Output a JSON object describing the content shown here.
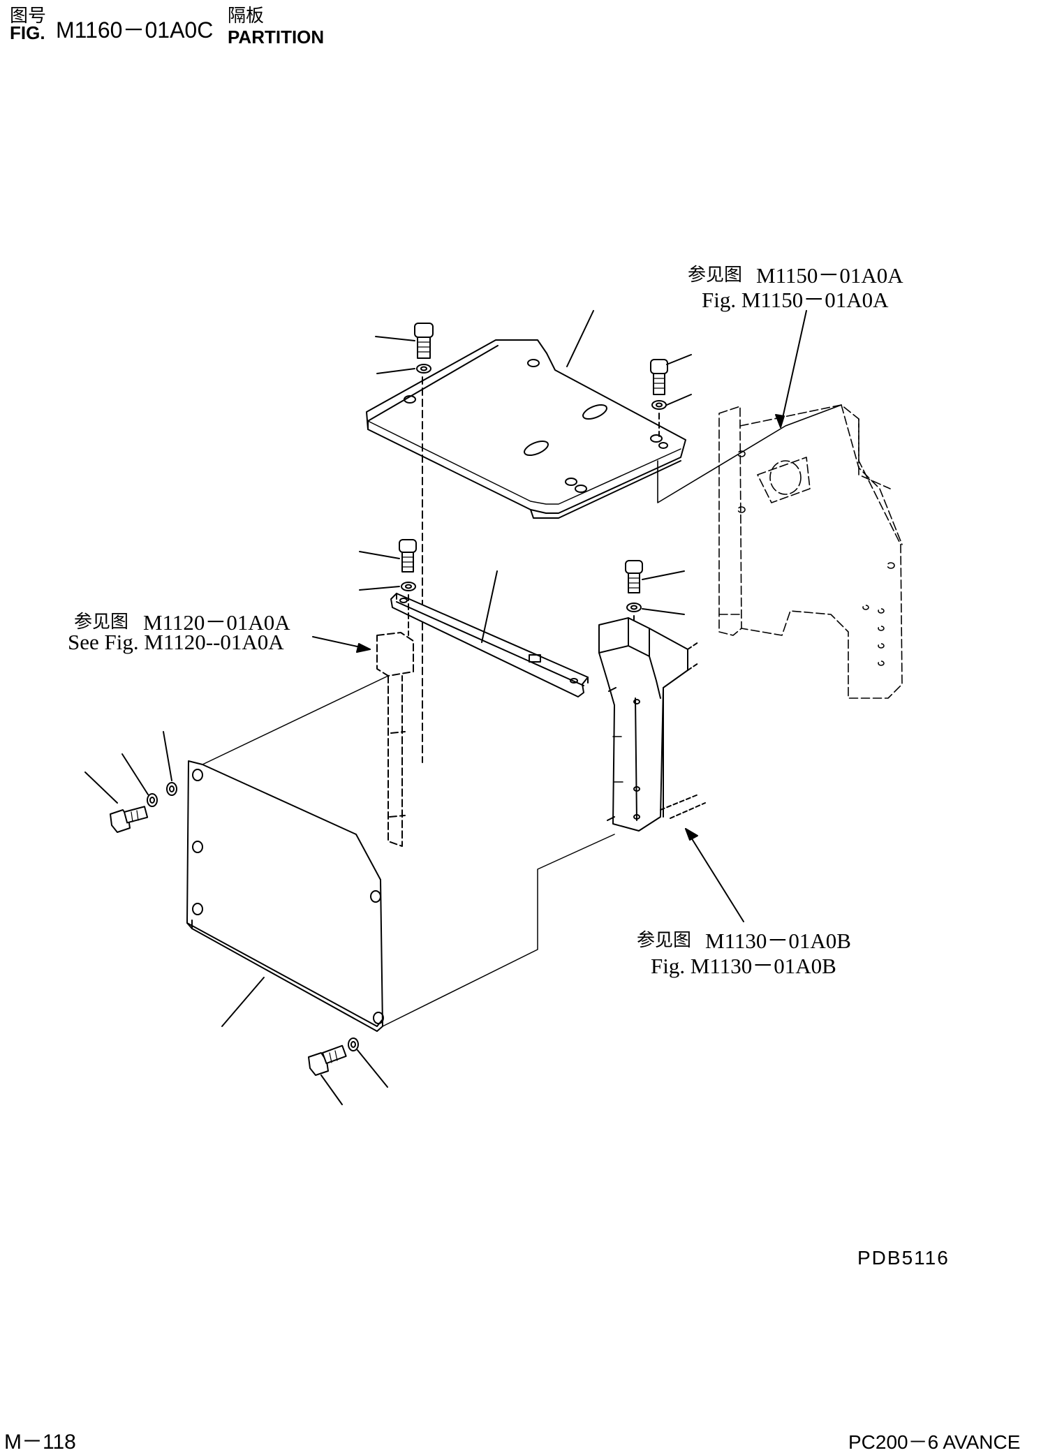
{
  "header": {
    "fig_label_cn": "图号",
    "fig_label_en": "FIG.",
    "fig_number": "M1160－01A0C",
    "title_cn": "隔板",
    "title_en": "PARTITION"
  },
  "references": [
    {
      "cn_prefix": "参见图",
      "cn_code": "M1150－01A0A",
      "en": "Fig. M1150－01A0A"
    },
    {
      "cn_prefix": "参见图",
      "cn_code": "M1120－01A0A",
      "en": "See Fig. M1120--01A0A"
    },
    {
      "cn_prefix": "参见图",
      "cn_code": "M1130－01A0B",
      "en": "Fig. M1130－01A0B"
    }
  ],
  "illustration_id": "PDB5116",
  "footer": {
    "page_number": "M－118",
    "model": "PC200－6 AVANCE"
  }
}
